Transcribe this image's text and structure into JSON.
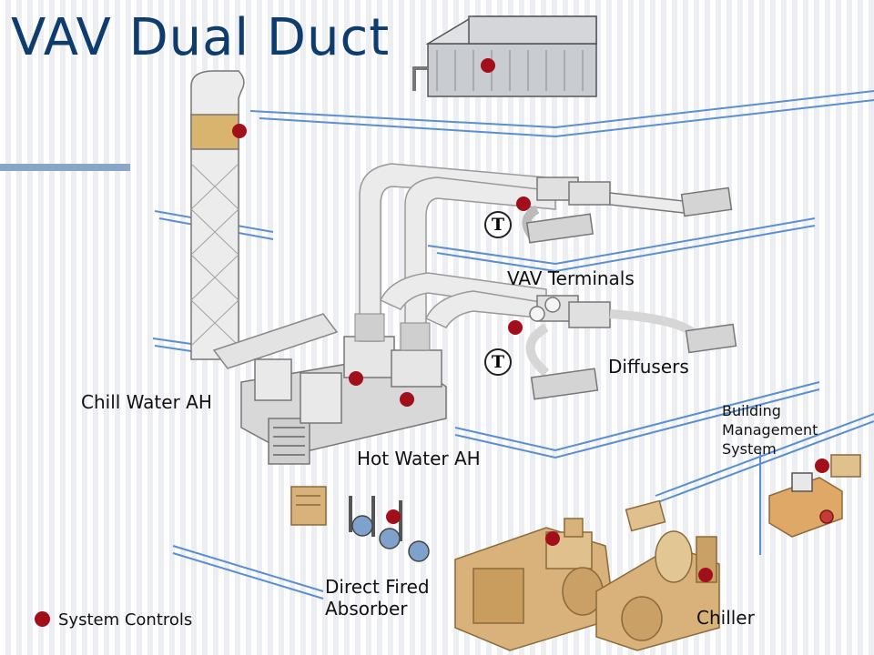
{
  "title": "VAV Dual Duct",
  "labels": {
    "vav_terminals": "VAV Terminals",
    "diffusers": "Diffusers",
    "chill_water_ah": "Chill Water AH",
    "hot_water_ah": "Hot Water AH",
    "bms_line1": "Building",
    "bms_line2": "Management",
    "bms_line3": "System",
    "absorber_line1": "Direct Fired",
    "absorber_line2": "Absorber",
    "chiller": "Chiller"
  },
  "thermostat_symbol": "T",
  "legend": {
    "label": "System Controls",
    "color": "#a10f1a"
  },
  "colors": {
    "title": "#0e3c6c",
    "accent": "#8aa6c6",
    "floor_lines": "#5a8fd0",
    "control_marker": "#a10f1a",
    "duct": "#e6e6e6",
    "plant_equipment": "#d8b27a"
  },
  "icons": [
    "cooling-tower-icon",
    "exhaust-stack-icon",
    "thermostat-icon",
    "pump-icon",
    "computer-workstation-icon",
    "boiler-icon"
  ]
}
